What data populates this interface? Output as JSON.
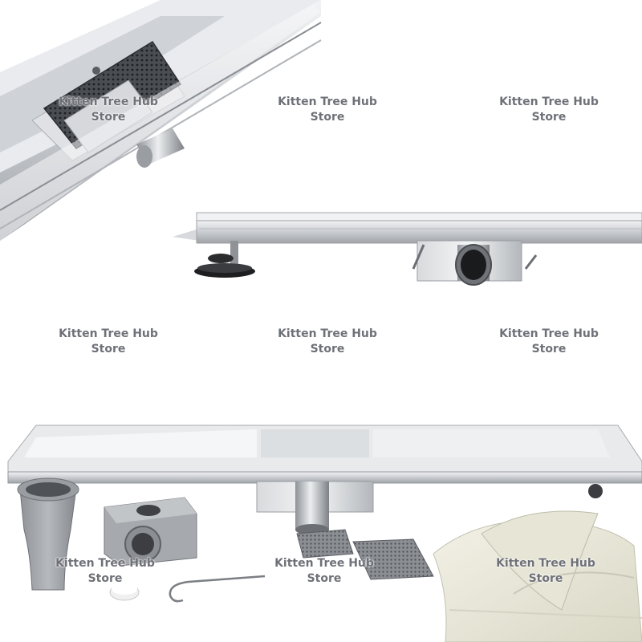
{
  "image": {
    "subject": "stainless steel linear shower drain channel product photos",
    "background_color": "#ffffff",
    "steel_colors": [
      "#e4e6e9",
      "#b9bdc2",
      "#8d9196"
    ]
  },
  "watermark": {
    "line1": "Kitten Tree Hub",
    "line2": "Store",
    "color": "#6f7178"
  }
}
